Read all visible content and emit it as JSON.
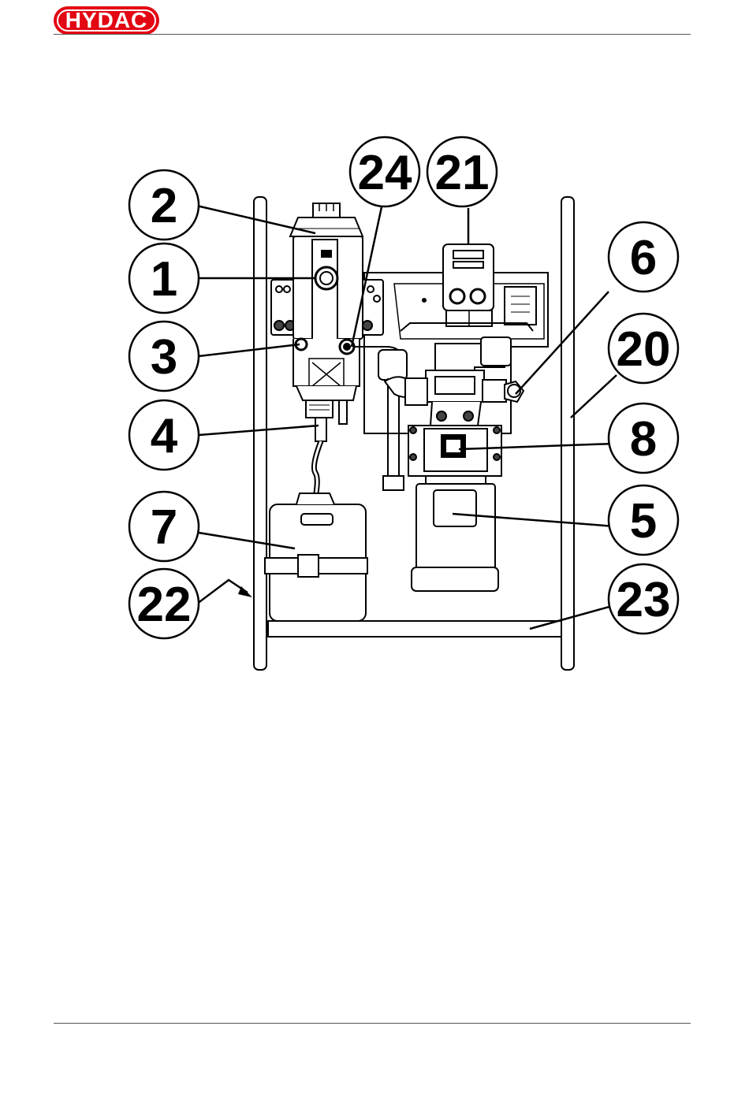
{
  "header": {
    "logo_text": "HYDAC",
    "brand_color": "#e30613"
  },
  "diagram": {
    "callouts": [
      {
        "id": "1",
        "label": "1"
      },
      {
        "id": "2",
        "label": "2"
      },
      {
        "id": "3",
        "label": "3"
      },
      {
        "id": "4",
        "label": "4"
      },
      {
        "id": "5",
        "label": "5"
      },
      {
        "id": "6",
        "label": "6"
      },
      {
        "id": "7",
        "label": "7"
      },
      {
        "id": "8",
        "label": "8"
      },
      {
        "id": "20",
        "label": "20"
      },
      {
        "id": "21",
        "label": "21"
      },
      {
        "id": "22",
        "label": "22"
      },
      {
        "id": "23",
        "label": "23"
      },
      {
        "id": "24",
        "label": "24"
      }
    ]
  }
}
